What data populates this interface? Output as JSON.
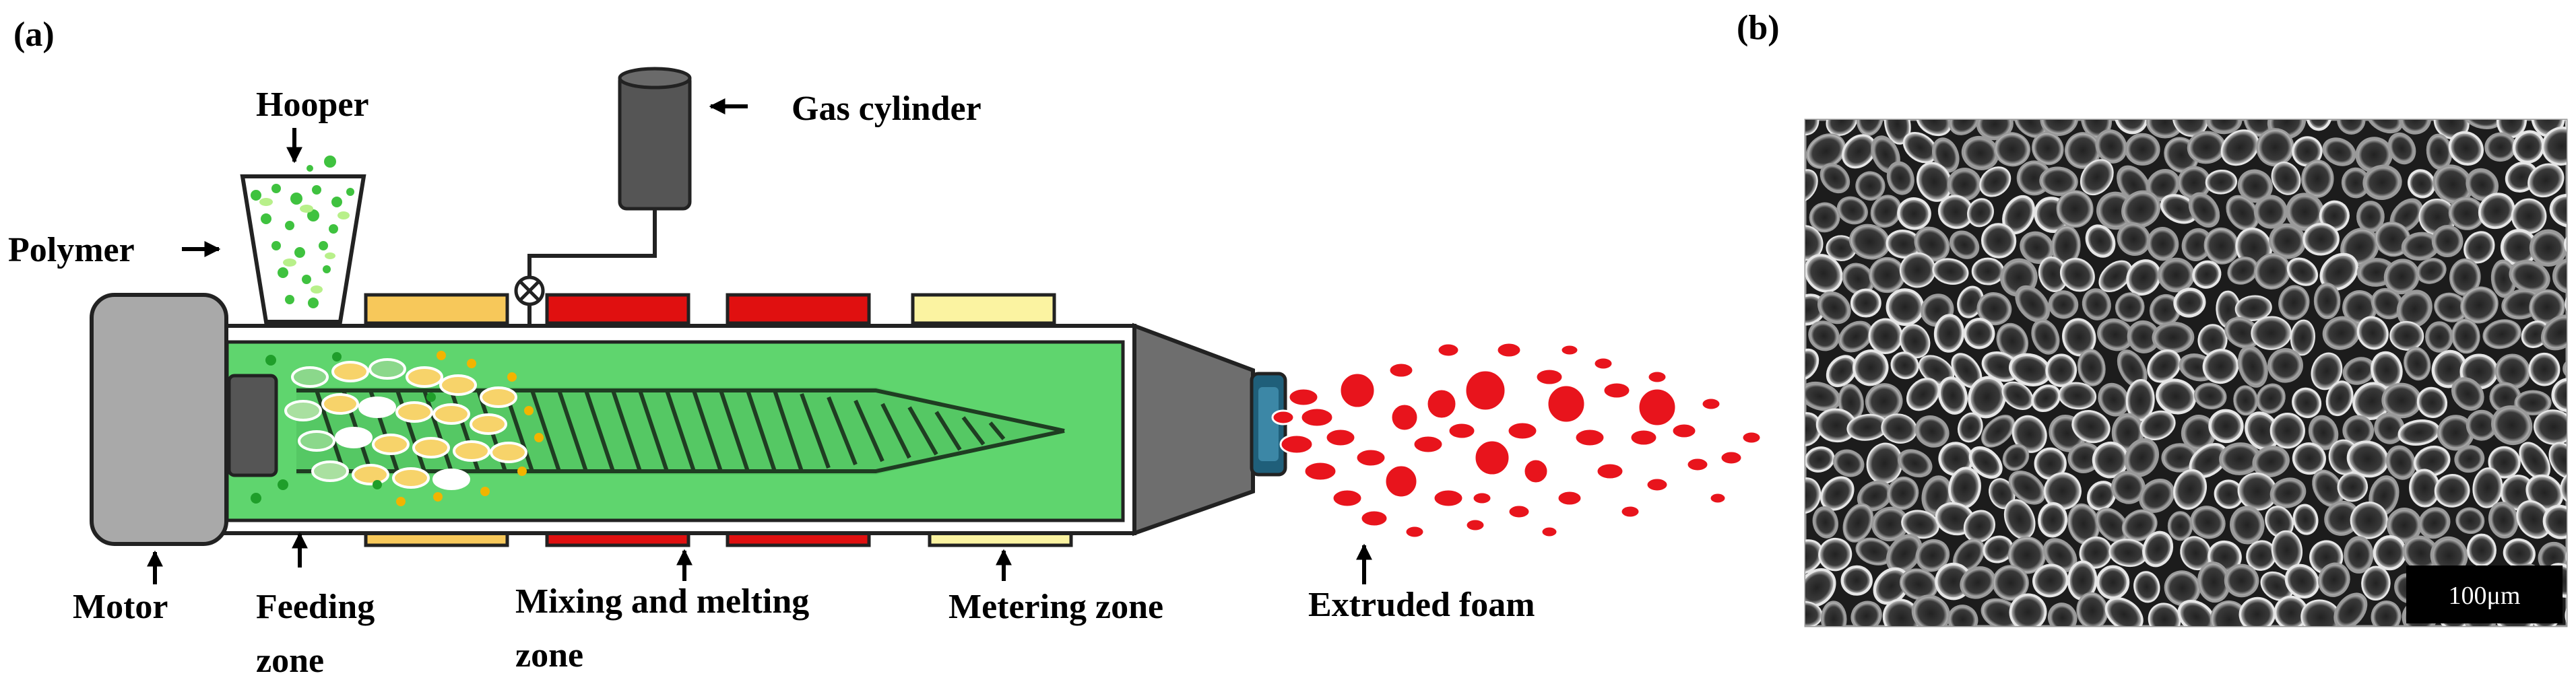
{
  "panels": {
    "a": "(a)",
    "b": "(b)"
  },
  "labels": {
    "hooper": "Hooper",
    "polymer": "Polymer",
    "gas_cylinder": "Gas cylinder",
    "motor": "Motor",
    "feeding_zone_line1": "Feeding",
    "feeding_zone_line2": "zone",
    "mixing_zone_line1": "Mixing and melting",
    "mixing_zone_line2": "zone",
    "metering_zone": "Metering zone",
    "extruded_foam": "Extruded foam"
  },
  "micrograph": {
    "scale_bar": "100μm"
  },
  "colors": {
    "barrel_fill": "#5fd56e",
    "motor_fill": "#a9a9a9",
    "heater_yellow": "#f7c85a",
    "heater_red": "#e01010",
    "heater_light_yellow": "#fbf3a1",
    "die_fill": "#6e6e6e",
    "nozzle_fill": "#1f5f7a",
    "foam_red": "#e8141c",
    "polymer_green": "#3fc23f",
    "sem_background": "#1c1c1c"
  },
  "icons": [
    "arrow-icon",
    "valve-icon",
    "screw-icon",
    "gas-cylinder-icon"
  ]
}
